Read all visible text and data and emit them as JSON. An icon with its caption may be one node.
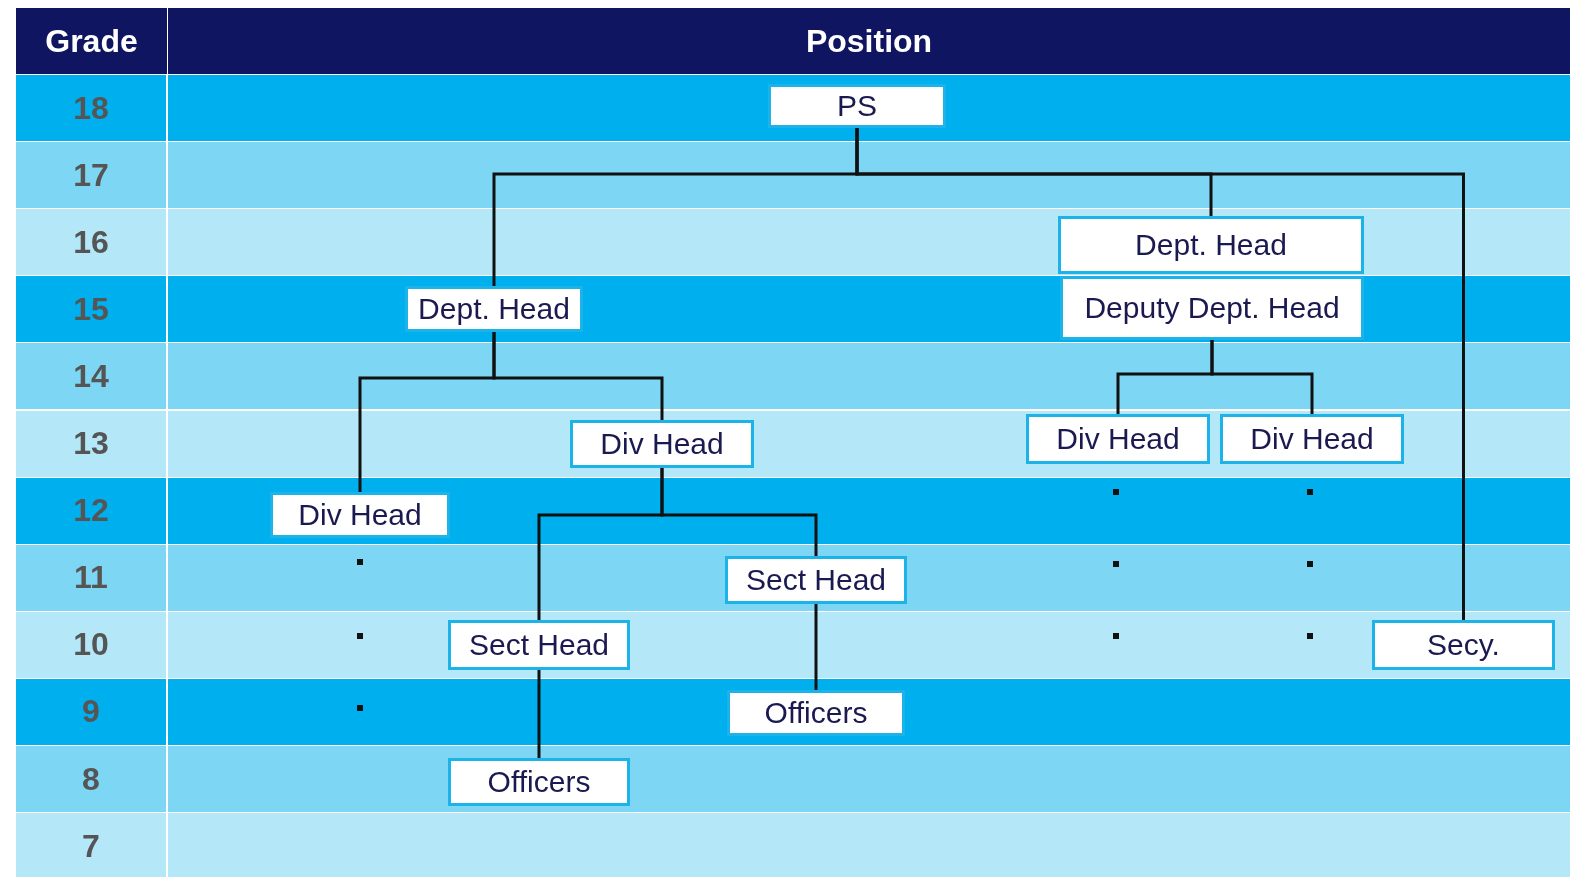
{
  "diagram": {
    "nodes": [
      {
        "text": [
          "PS"
        ]
      },
      {
        "text": [
          "Dept. Head"
        ]
      },
      {
        "text": [
          "Dept. Head"
        ]
      },
      {
        "text": [
          "Deputy Dept. Head"
        ]
      },
      {
        "text": [
          "Div Head"
        ]
      },
      {
        "text": [
          "Div Head"
        ]
      },
      {
        "text": [
          "Div Head"
        ]
      },
      {
        "text": [
          "Div Head"
        ]
      },
      {
        "text": [
          "Sect Head"
        ]
      },
      {
        "text": [
          "Sect Head"
        ]
      },
      {
        "text": [
          "Secy."
        ]
      },
      {
        "text": [
          "Officers"
        ]
      },
      {
        "text": [
          "Officers"
        ]
      }
    ],
    "edges": [
      {
        "from": 0,
        "to": 2,
        "arrow": "none"
      },
      {
        "from": 0,
        "to": 1,
        "arrow": "none"
      },
      {
        "from": 0,
        "to": 10,
        "arrow": "none"
      },
      {
        "from": 3,
        "to": 5,
        "arrow": "none"
      },
      {
        "from": 3,
        "to": 6,
        "arrow": "none"
      },
      {
        "from": 2,
        "to": 7,
        "arrow": "none"
      },
      {
        "from": 2,
        "to": 4,
        "arrow": "none"
      },
      {
        "from": 4,
        "to": 9,
        "arrow": "none"
      },
      {
        "from": 4,
        "to": 8,
        "arrow": "none"
      },
      {
        "from": 9,
        "to": 12,
        "arrow": "none"
      },
      {
        "from": 8,
        "to": 11,
        "arrow": "none"
      }
    ],
    "labels": [
      "Grade",
      "Position",
      "18",
      "17",
      "16",
      "15",
      "14",
      "13",
      "12",
      "11",
      "10",
      "9",
      "8",
      "7"
    ]
  }
}
